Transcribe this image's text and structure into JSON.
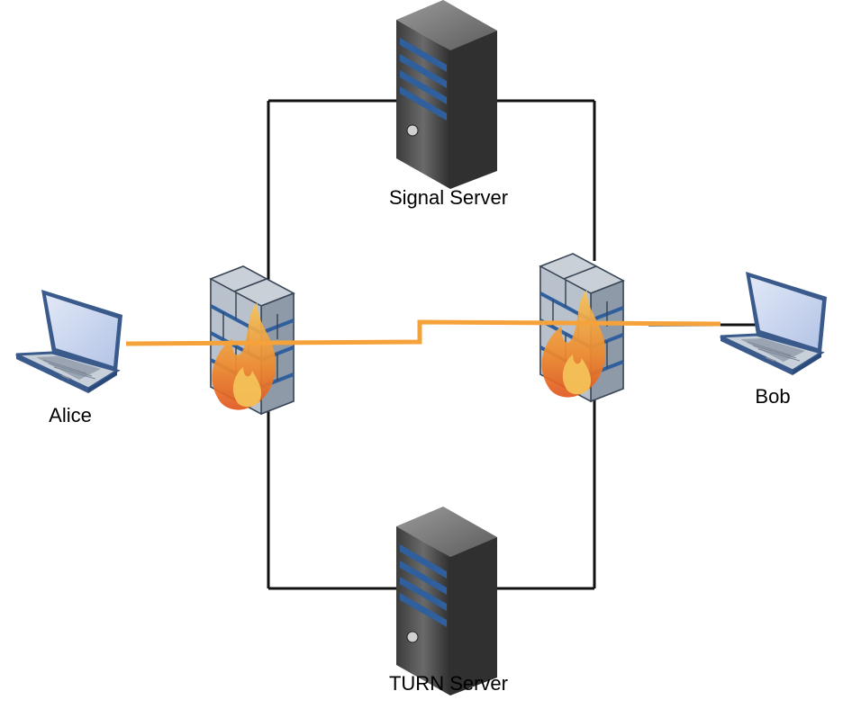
{
  "nodes": {
    "signal_server": {
      "label": "Signal Server",
      "icon": "server-icon"
    },
    "turn_server": {
      "label": "TURN Server",
      "icon": "server-icon"
    },
    "alice": {
      "label": "Alice",
      "icon": "laptop-icon"
    },
    "bob": {
      "label": "Bob",
      "icon": "laptop-icon"
    },
    "firewall_left": {
      "icon": "firewall-icon"
    },
    "firewall_right": {
      "icon": "firewall-icon"
    }
  },
  "colors": {
    "connection_line": "#111111",
    "media_path": "#f5a23a",
    "server_body": "#5a5a5a",
    "server_stripe": "#2f5f9c",
    "laptop_screen": "#c9d6ef",
    "laptop_frame": "#3a5a8c",
    "firewall_brick": "#b8c1cc",
    "firewall_flame": "#f08a2c"
  }
}
